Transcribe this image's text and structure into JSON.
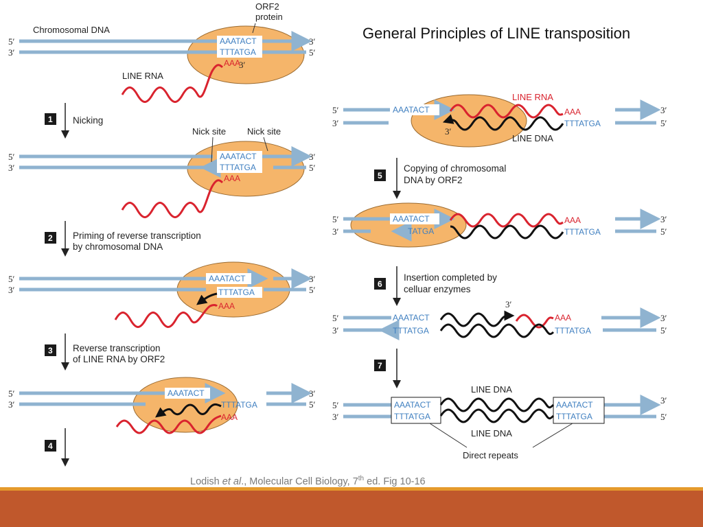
{
  "title": "General Principles of LINE transposition",
  "citation": {
    "authors": "Lodish ",
    "etal": "et al",
    "book": "., Molecular Cell Biology, 7",
    "sup": "th",
    "rest": " ed. Fig 10-16"
  },
  "labels": {
    "chromosomal_dna": "Chromosomal DNA",
    "orf2_line1": "ORF2",
    "orf2_line2": "protein",
    "line_rna": "LINE RNA",
    "line_dna": "LINE DNA",
    "nick_site": "Nick site",
    "direct_repeats": "Direct repeats"
  },
  "ends": {
    "five": "5′",
    "three": "3′"
  },
  "sequences": {
    "top": "AAATACT",
    "bottom": "TTTATGA",
    "tatga": "TATGA",
    "polya": "AAA"
  },
  "steps": [
    {
      "num": "1",
      "line1": "Nicking",
      "line2": ""
    },
    {
      "num": "2",
      "line1": "Priming of reverse transcription",
      "line2": "by  chromosomal DNA"
    },
    {
      "num": "3",
      "line1": "Reverse transcription",
      "line2": "of LINE RNA by ORF2"
    },
    {
      "num": "4",
      "line1": "",
      "line2": ""
    },
    {
      "num": "5",
      "line1": "Copying of chromosomal",
      "line2": "DNA by ORF2"
    },
    {
      "num": "6",
      "line1": "Insertion completed by",
      "line2": "celluar enzymes"
    },
    {
      "num": "7",
      "line1": "",
      "line2": ""
    }
  ],
  "colors": {
    "dna_strand": "#8fb3d0",
    "protein_fill": "#f5b56a",
    "protein_edge": "#9a6a30",
    "rna": "#d9232e",
    "line_dna": "#1a1a1a",
    "footer_band": "#c0582c",
    "footer_line": "#e59a2c"
  }
}
